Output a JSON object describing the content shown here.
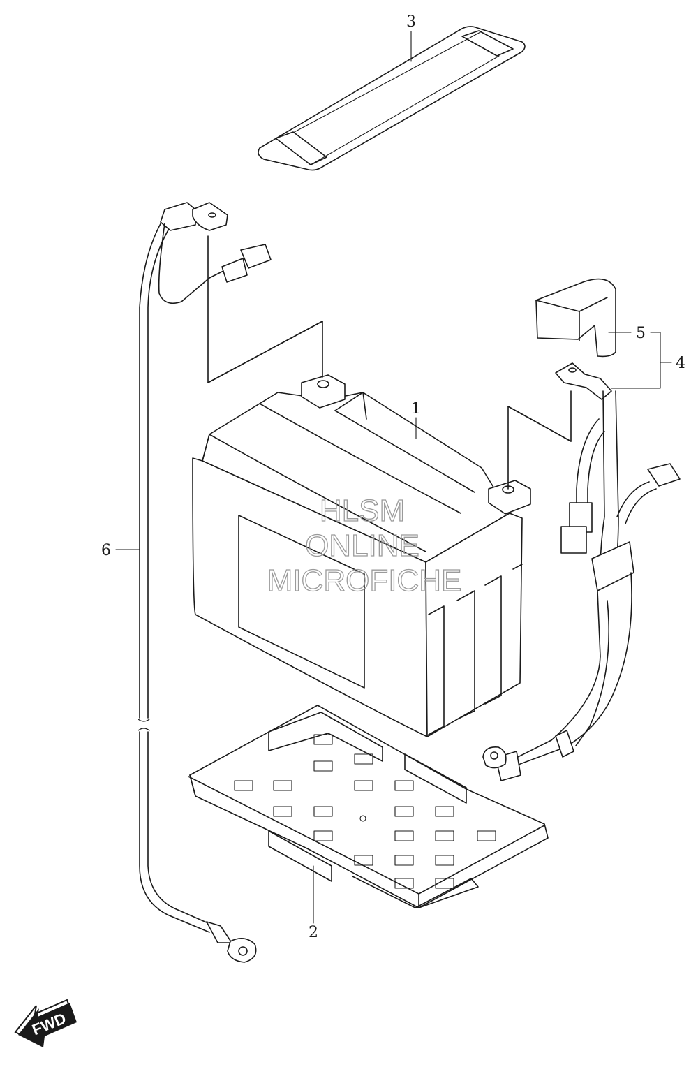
{
  "callouts": {
    "item_1": "1",
    "item_2": "2",
    "item_3": "3",
    "item_4": "4",
    "item_5": "5",
    "item_6": "6"
  },
  "watermark": {
    "line1": "HLSM",
    "line2": "ONLINE",
    "line3": "MICROFICHE"
  },
  "direction_badge": {
    "label": "FWD",
    "icon": "forward-arrow-icon"
  }
}
